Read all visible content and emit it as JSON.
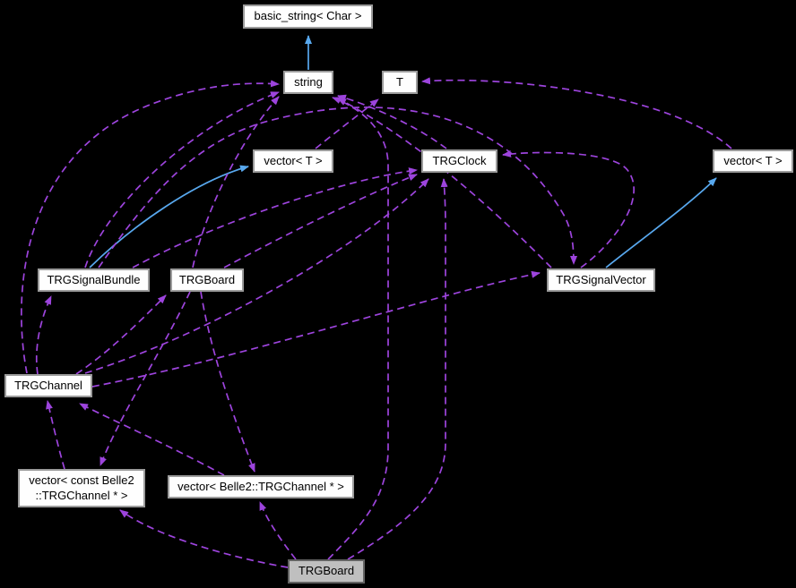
{
  "diagram": {
    "kind": "class collaboration graph (doxygen-style)",
    "focus_class": "TRGBoard",
    "colors": {
      "background": "#000000",
      "usage_edge": "#9d44dd",
      "template_edge": "#58a8ee",
      "node_fill": "#fefefe",
      "node_border": "#9b9b9b",
      "focus_node_fill": "#bfbfbf",
      "focus_node_border": "#636363",
      "node_text": "#000000"
    },
    "nodes": {
      "basic_string": {
        "label": "basic_string< Char >"
      },
      "string": {
        "label": "string"
      },
      "T": {
        "label": "T"
      },
      "vector_t_left": {
        "label": "vector< T >"
      },
      "trgclock": {
        "label": "TRGClock"
      },
      "vector_t_right": {
        "label": "vector< T >"
      },
      "trgsignalbundle": {
        "label": "TRGSignalBundle"
      },
      "trgboard_other": {
        "label": "TRGBoard"
      },
      "trgsignalvector": {
        "label": "TRGSignalVector"
      },
      "trgchannel": {
        "label": "TRGChannel"
      },
      "vector_const_channel": {
        "label": "vector< const Belle2\n::TRGChannel * >"
      },
      "vector_channel": {
        "label": "vector< Belle2::TRGChannel * >"
      },
      "trgboard_focus": {
        "label": "TRGBoard"
      }
    },
    "edges": [
      {
        "from": "string",
        "to": "basic_string",
        "style": "solid",
        "color": "#58a8ee"
      },
      {
        "from": "trgsignalbundle",
        "to": "vector_t_left",
        "style": "solid",
        "color": "#58a8ee"
      },
      {
        "from": "trgsignalvector",
        "to": "vector_t_right",
        "style": "solid",
        "color": "#58a8ee"
      },
      {
        "from": "trgclock",
        "to": "string",
        "style": "dashed",
        "color": "#9d44dd"
      },
      {
        "from": "trgsignalvector",
        "to": "string",
        "style": "dashed",
        "color": "#9d44dd"
      },
      {
        "from": "trgboard_focus",
        "to": "string",
        "style": "dashed",
        "color": "#9d44dd"
      },
      {
        "from": "trgsignalbundle",
        "to": "string",
        "style": "dashed",
        "color": "#9d44dd"
      },
      {
        "from": "trgboard_other",
        "to": "string",
        "style": "dashed",
        "color": "#9d44dd"
      },
      {
        "from": "trgchannel",
        "to": "string",
        "style": "dashed",
        "color": "#9d44dd"
      },
      {
        "from": "vector_t_left",
        "to": "T",
        "style": "dashed",
        "color": "#9d44dd"
      },
      {
        "from": "vector_t_right",
        "to": "T",
        "style": "dashed",
        "color": "#9d44dd"
      },
      {
        "from": "trgsignalbundle",
        "to": "trgclock",
        "style": "dashed",
        "color": "#9d44dd"
      },
      {
        "from": "trgboard_other",
        "to": "trgclock",
        "style": "dashed",
        "color": "#9d44dd"
      },
      {
        "from": "trgchannel",
        "to": "trgclock",
        "style": "dashed",
        "color": "#9d44dd"
      },
      {
        "from": "trgboard_focus",
        "to": "trgclock",
        "style": "dashed",
        "color": "#9d44dd"
      },
      {
        "from": "trgsignalvector",
        "to": "trgclock",
        "style": "dashed",
        "color": "#9d44dd"
      },
      {
        "from": "trgsignalbundle",
        "to": "trgsignalvector",
        "style": "dashed",
        "color": "#9d44dd"
      },
      {
        "from": "trgchannel",
        "to": "trgsignalvector",
        "style": "dashed",
        "color": "#9d44dd"
      },
      {
        "from": "trgboard_other",
        "to": "vector_const_channel",
        "style": "dashed",
        "color": "#9d44dd"
      },
      {
        "from": "vector_const_channel",
        "to": "trgchannel",
        "style": "dashed",
        "color": "#9d44dd"
      },
      {
        "from": "vector_channel",
        "to": "trgchannel",
        "style": "dashed",
        "color": "#9d44dd"
      },
      {
        "from": "trgboard_other",
        "to": "vector_channel",
        "style": "dashed",
        "color": "#9d44dd"
      },
      {
        "from": "trgchannel",
        "to": "trgboard_other",
        "style": "dashed",
        "color": "#9d44dd"
      },
      {
        "from": "trgchannel",
        "to": "trgsignalbundle",
        "style": "dashed",
        "color": "#9d44dd"
      },
      {
        "from": "trgboard_focus",
        "to": "vector_const_channel",
        "style": "dashed",
        "color": "#9d44dd"
      },
      {
        "from": "trgboard_focus",
        "to": "vector_channel",
        "style": "dashed",
        "color": "#9d44dd"
      }
    ]
  }
}
